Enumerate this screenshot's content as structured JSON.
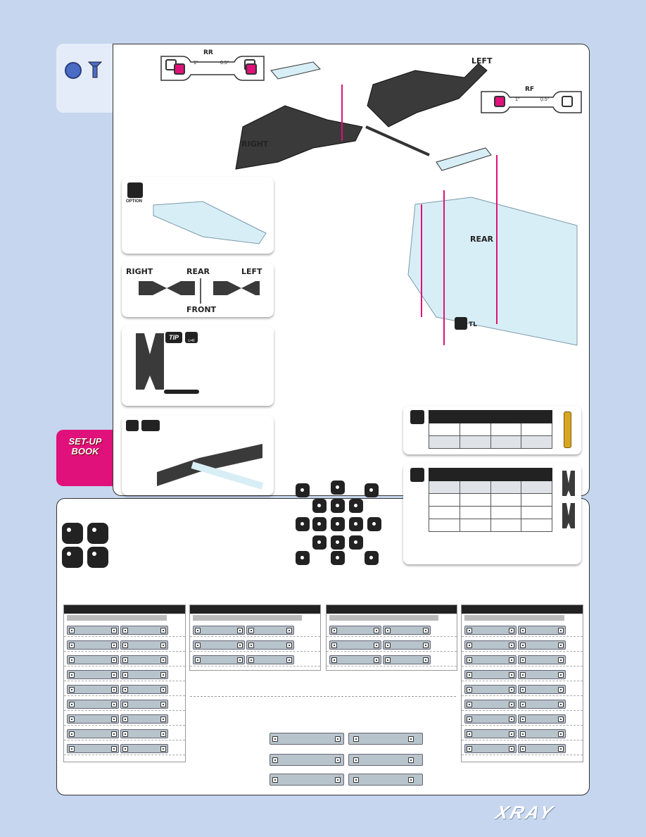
{
  "diagram": {
    "rr_label": "RR",
    "rf_label": "RF",
    "shim_1deg": "1°",
    "shim_half": "0.5°",
    "left": "LEFT",
    "right": "RIGHT",
    "rear": "REAR",
    "front": "FRONT",
    "option": "OPTION",
    "tip": "TIP",
    "lr": "L=R",
    "tl": "TL"
  },
  "setup_book": "SET-UP BOOK",
  "brand": "XRAY",
  "colors": {
    "page_bg": "#c5d6ee",
    "accent": "#e0117a",
    "part_blue": "#d8eef6",
    "dark": "#222222"
  },
  "icons": [
    "screw-icon",
    "washer-icon",
    "thumbs-up-icon",
    "tool-icon",
    "zoom-icon",
    "wrench-icon"
  ]
}
